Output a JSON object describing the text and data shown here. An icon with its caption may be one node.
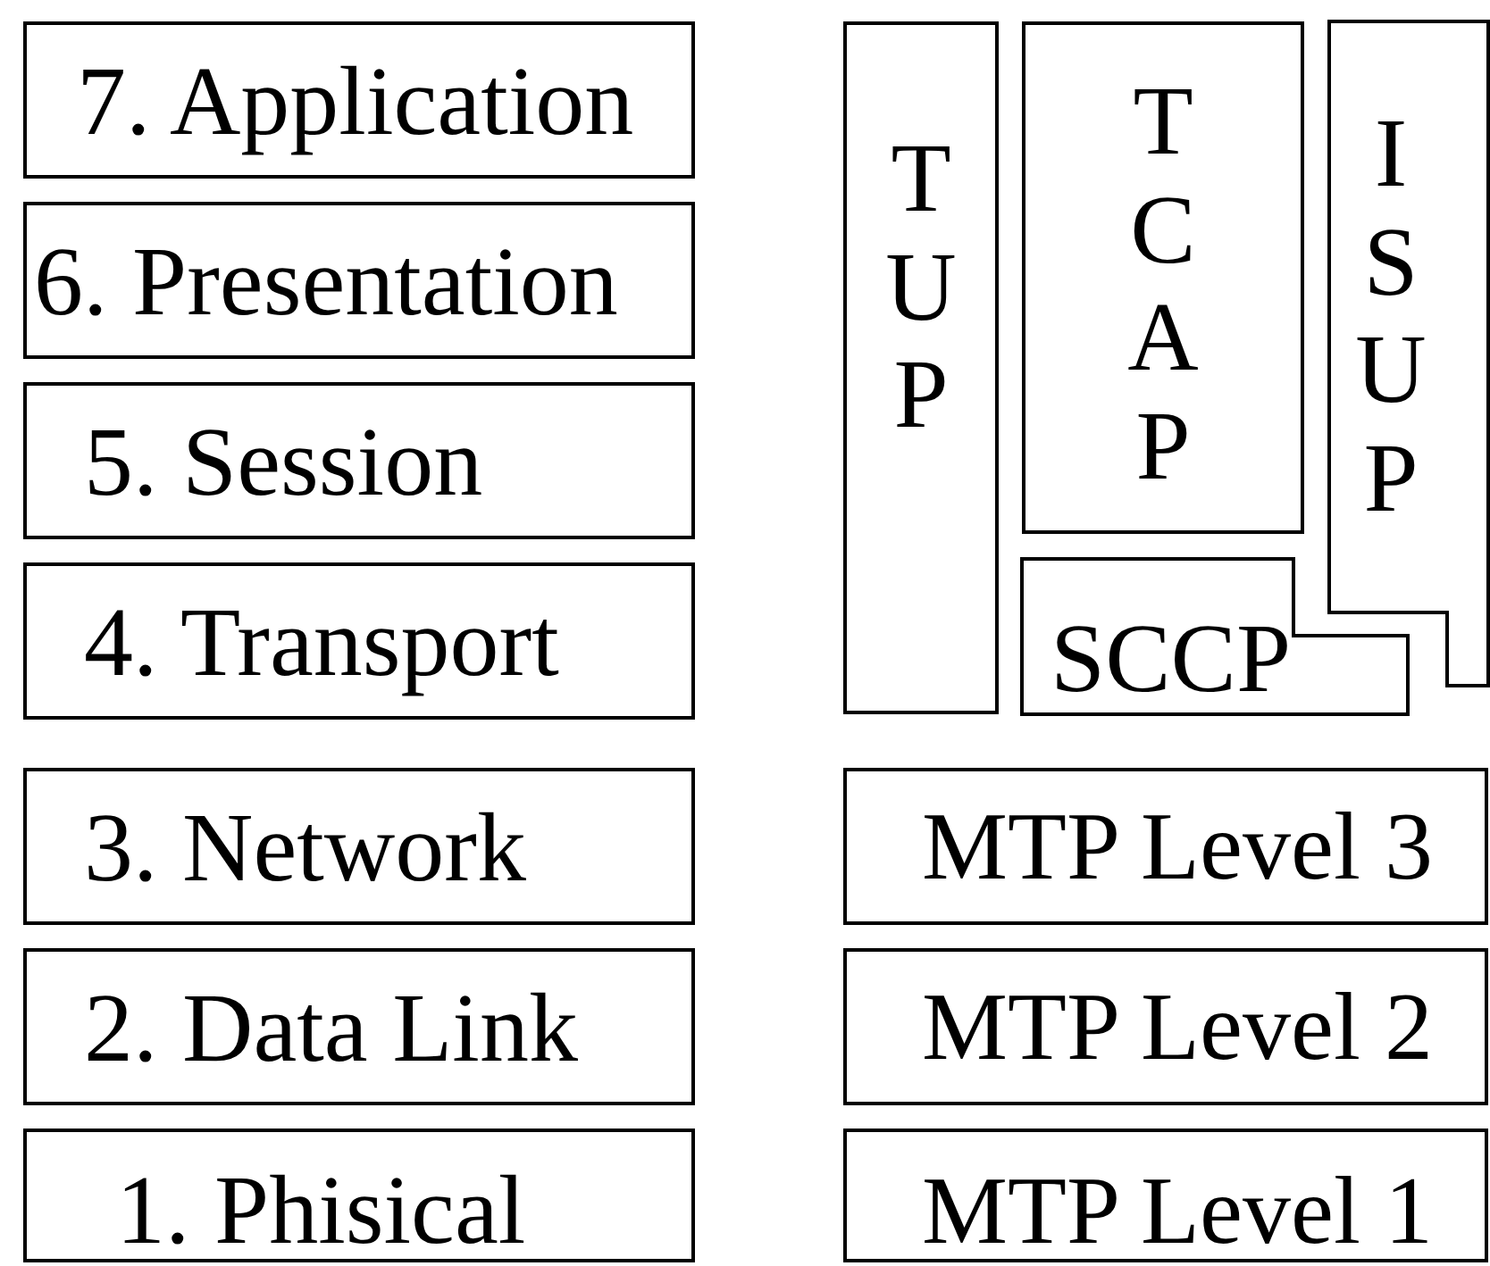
{
  "diagram": {
    "nodes": [
      {
        "text": [
          "7. Application"
        ]
      },
      {
        "text": [
          "6. Presentation"
        ]
      },
      {
        "text": [
          "5. Session"
        ]
      },
      {
        "text": [
          "4. Transport"
        ]
      },
      {
        "text": [
          "3. Network"
        ]
      },
      {
        "text": [
          "2. Data Link"
        ]
      },
      {
        "text": [
          "1. Phisical"
        ]
      },
      {
        "text": [
          "TUP"
        ]
      },
      {
        "text": [
          "TCAP"
        ]
      },
      {
        "text": [
          "ISUP"
        ]
      },
      {
        "text": [
          "SCCP"
        ]
      },
      {
        "text": [
          "MTP Level 3"
        ]
      },
      {
        "text": [
          "MTP Level 2"
        ]
      },
      {
        "text": [
          "MTP Level 1"
        ]
      }
    ]
  }
}
